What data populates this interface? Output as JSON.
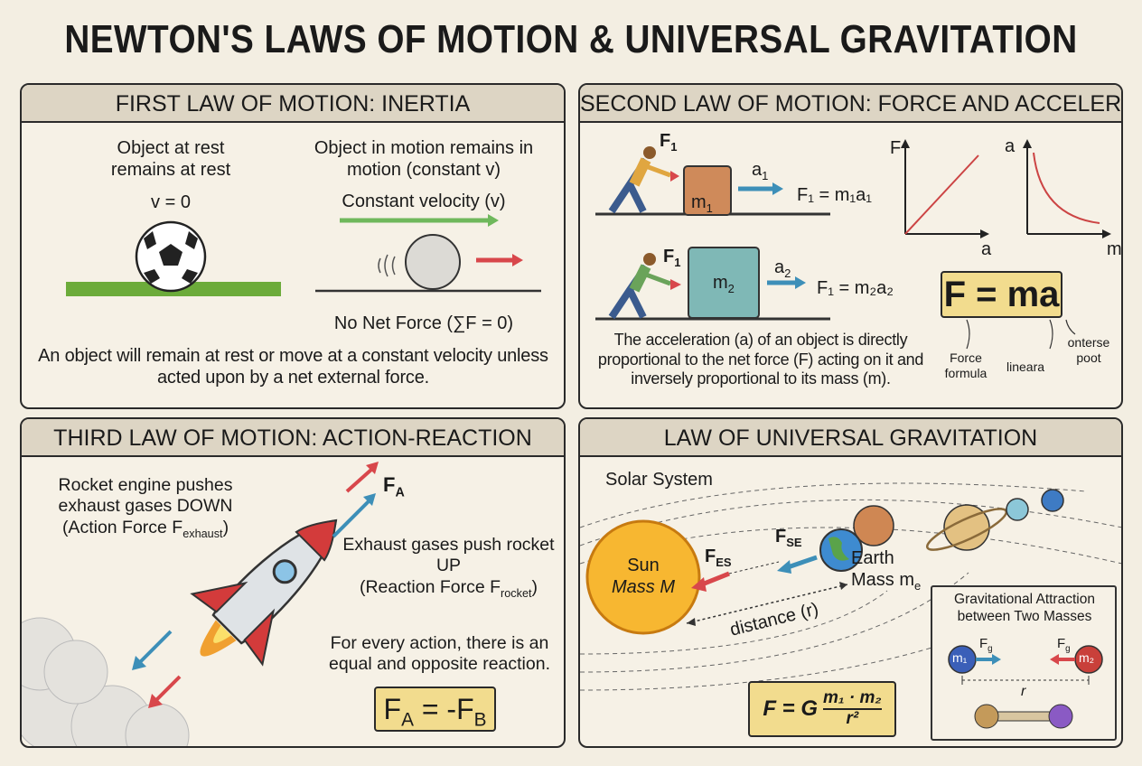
{
  "title": "NEWTON'S LAWS OF MOTION & UNIVERSAL GRAVITATION",
  "first_law": {
    "header": "FIRST LAW OF MOTION: INERTIA",
    "rest_label": "Object at rest remains at rest",
    "rest_velocity": "v = 0",
    "motion_label": "Object in motion remains in motion (constant v)",
    "constant_velocity": "Constant velocity (v)",
    "no_net_force": "No Net Force (∑F = 0)",
    "statement": "An object will remain at rest or move at a constant velocity unless acted upon by a net external force."
  },
  "second_law": {
    "header": "SECOND LAW OF MOTION: FORCE AND ACCELERATION",
    "force_label": "F",
    "force_sub": "1",
    "mass1": "m",
    "mass1_sub": "1",
    "mass2": "m",
    "mass2_sub": "2",
    "accel1": "a",
    "accel1_sub": "1",
    "accel2": "a",
    "accel2_sub": "2",
    "eq1": "F₁ = m₁a₁",
    "eq2": "F₁ = m₂a₂",
    "graph1": {
      "y_label": "F",
      "x_label": "a"
    },
    "graph2": {
      "y_label": "a",
      "x_label": "m"
    },
    "formula": "F = ma",
    "annotations": [
      "Force formula",
      "lineara",
      "onterse poot"
    ],
    "statement": "The acceleration (a) of an object is directly proportional to the net force (F) acting on it and inversely proportional to its mass (m)."
  },
  "third_law": {
    "header": "THIRD LAW OF MOTION: ACTION-REACTION",
    "action_text": "Rocket engine pushes exhaust gases DOWN",
    "action_force": "(Action Force F",
    "action_sub": "exhaust",
    "action_close": ")",
    "fa_label": "F",
    "fa_sub": "A",
    "reaction_text": "Exhaust gases push rocket UP",
    "reaction_force": "(Reaction Force F",
    "reaction_sub": "rocket",
    "reaction_close": ")",
    "statement": "For every action, there is an equal and opposite reaction.",
    "formula": "F",
    "formula_sub_a": "A",
    "formula_mid": " = -F",
    "formula_sub_b": "B"
  },
  "gravitation": {
    "header": "LAW OF UNIVERSAL GRAVITATION",
    "solar_system": "Solar System",
    "sun": "Sun",
    "sun_mass": "Mass M",
    "earth": "Earth",
    "earth_mass": "Mass m",
    "earth_mass_sub": "e",
    "f_es": "F",
    "f_es_sub": "ES",
    "f_se": "F",
    "f_se_sub": "SE",
    "distance": "distance (r)",
    "formula_lhs": "F = G",
    "formula_num": "m₁ · m₂",
    "formula_den": "r²",
    "inset_title": "Gravitational Attraction between Two Masses",
    "m1": "m₁",
    "m2": "m₂",
    "fg": "F",
    "fg_sub": "g",
    "r": "r"
  },
  "colors": {
    "background": "#f3eee2",
    "header_band": "#ddd5c4",
    "formula_box": "#f2dc8e",
    "red_arrow": "#d8474b",
    "blue_arrow": "#3d8fb8"
  }
}
